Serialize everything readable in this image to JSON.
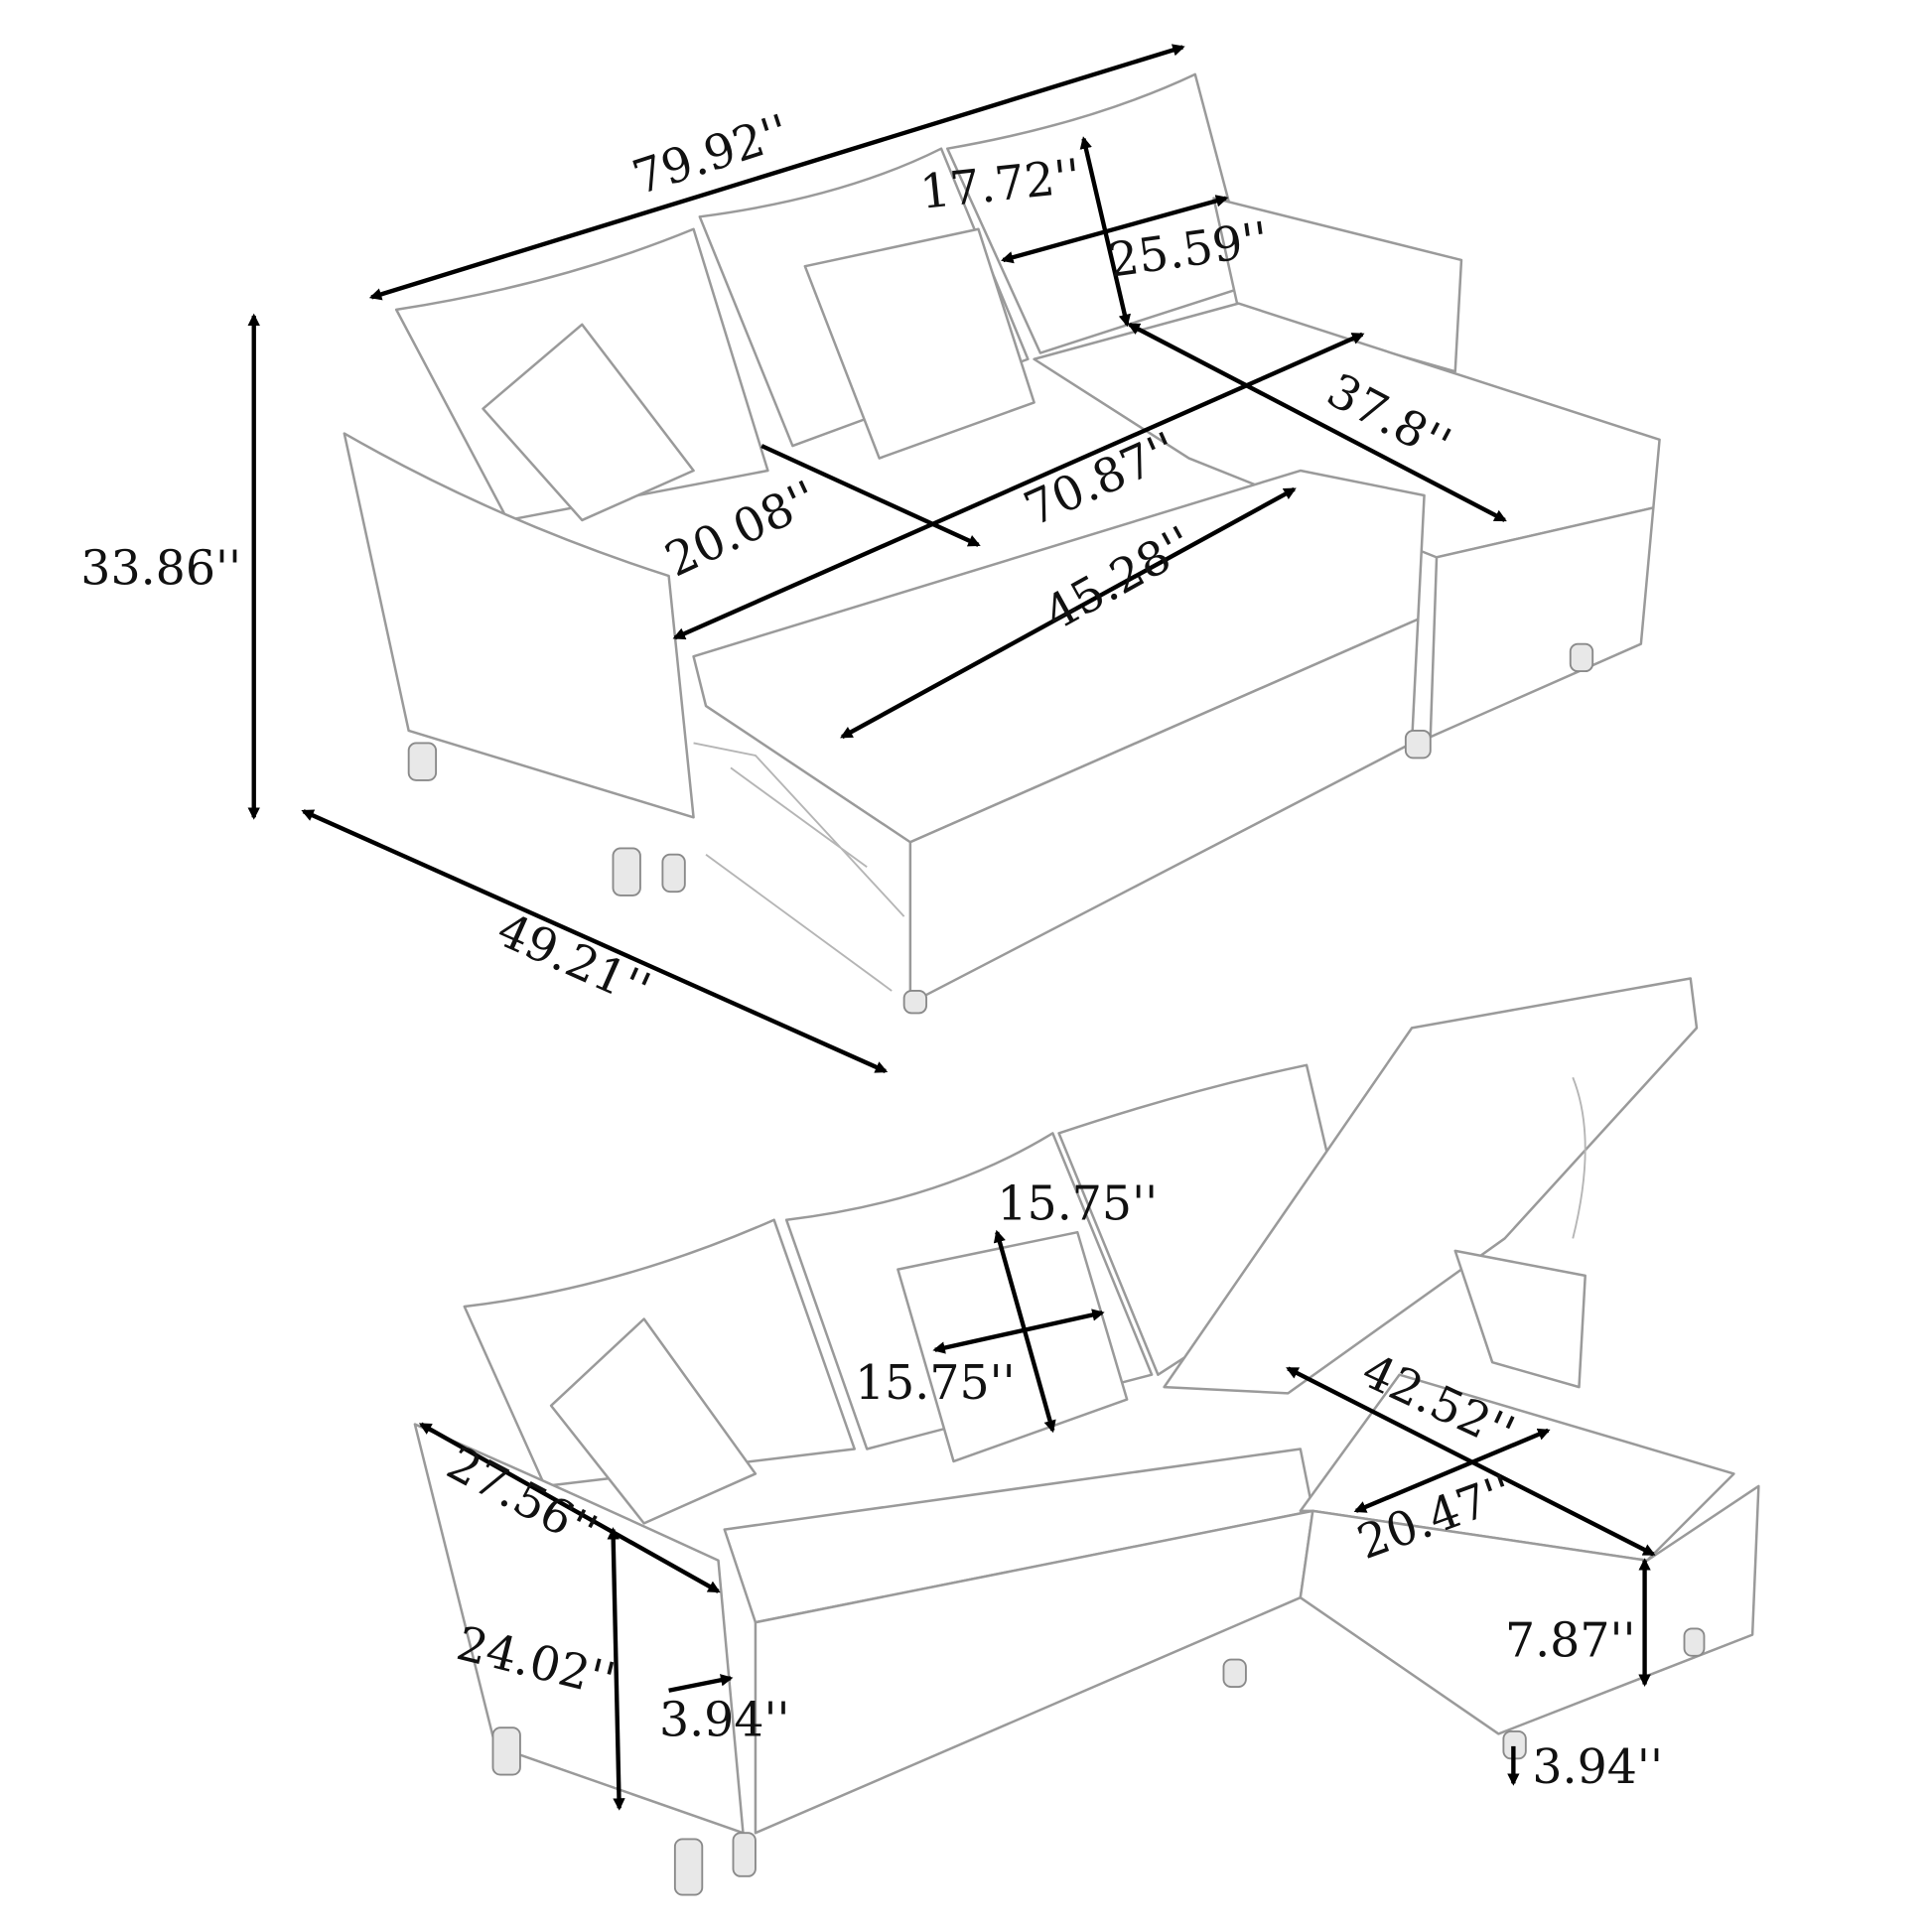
{
  "top_view": {
    "dimensions": {
      "overall_width": "79.92''",
      "back_cushion_height": "17.72''",
      "back_cushion_width": "25.59''",
      "chaise_length": "37.8''",
      "bed_width": "70.87''",
      "seat_depth": "20.08''",
      "pullout_depth": "45.28''",
      "overall_height": "33.86''",
      "bed_length": "49.21''"
    }
  },
  "bottom_view": {
    "dimensions": {
      "pillow_height": "15.75''",
      "pillow_width": "15.75''",
      "storage_length": "42.52''",
      "storage_width": "20.47''",
      "arm_depth": "27.56''",
      "seat_height": "24.02''",
      "leg_height_sofa": "3.94''",
      "storage_depth": "7.87''",
      "leg_height_chaise": "3.94''"
    }
  },
  "colors": {
    "outline": "#9a9a9a",
    "arrow": "#000000",
    "background": "#ffffff"
  }
}
